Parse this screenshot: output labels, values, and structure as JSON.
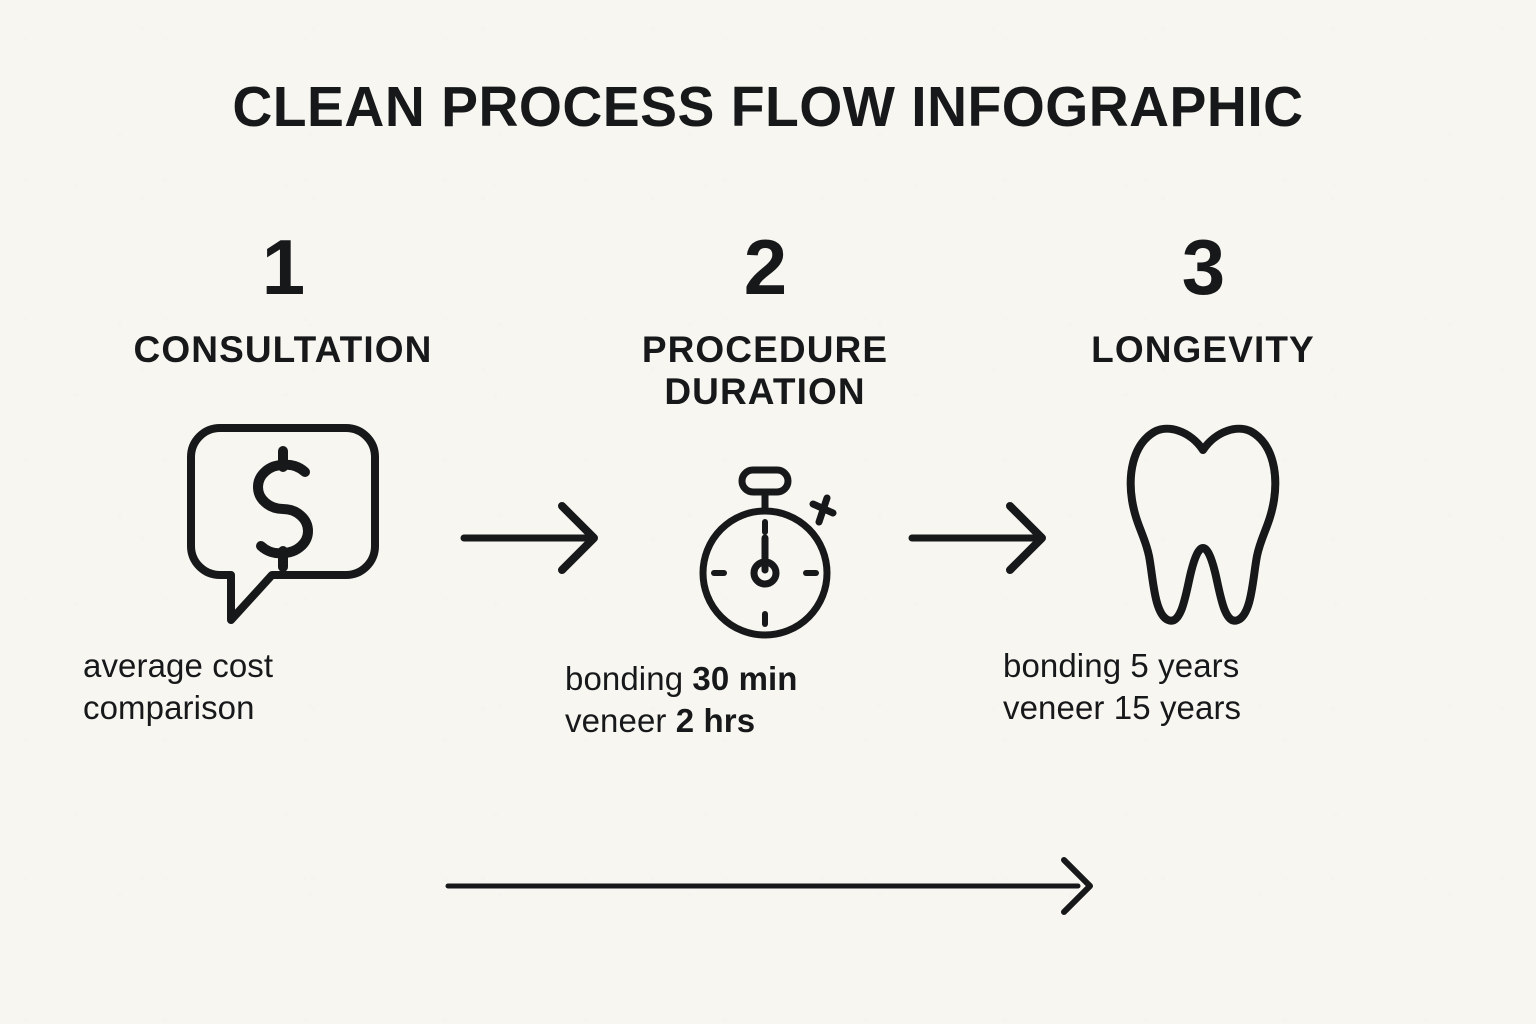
{
  "page": {
    "title": "CLEAN PROCESS FLOW INFOGRAPHIC",
    "background_color": "#f7f6f1",
    "ink_color": "#17181a"
  },
  "steps": [
    {
      "number": "1",
      "label": "CONSULTATION",
      "icon": "speech-bubble-dollar-icon",
      "caption_plain": "average cost comparison",
      "caption_lines": [
        {
          "text": "average cost",
          "bold": ""
        },
        {
          "text": "comparison",
          "bold": ""
        }
      ]
    },
    {
      "number": "2",
      "label": "PROCEDURE\nDURATION",
      "icon": "stopwatch-icon",
      "caption_plain": "bonding 30 min veneer 2 hrs",
      "caption_lines": [
        {
          "text": "bonding ",
          "bold": "30 min"
        },
        {
          "text": "veneer ",
          "bold": "2 hrs"
        }
      ]
    },
    {
      "number": "3",
      "label": "LONGEVITY",
      "icon": "tooth-icon",
      "caption_plain": "bonding 5 years veneer 15 years",
      "caption_lines": [
        {
          "text": "bonding 5 years",
          "bold": ""
        },
        {
          "text": "veneer 15 years",
          "bold": ""
        }
      ]
    }
  ],
  "connectors": [
    {
      "name": "arrow-step1-to-step2",
      "direction": "right"
    },
    {
      "name": "arrow-step2-to-step3",
      "direction": "right"
    }
  ],
  "timeline": {
    "name": "timeline-arrow",
    "direction": "right"
  }
}
